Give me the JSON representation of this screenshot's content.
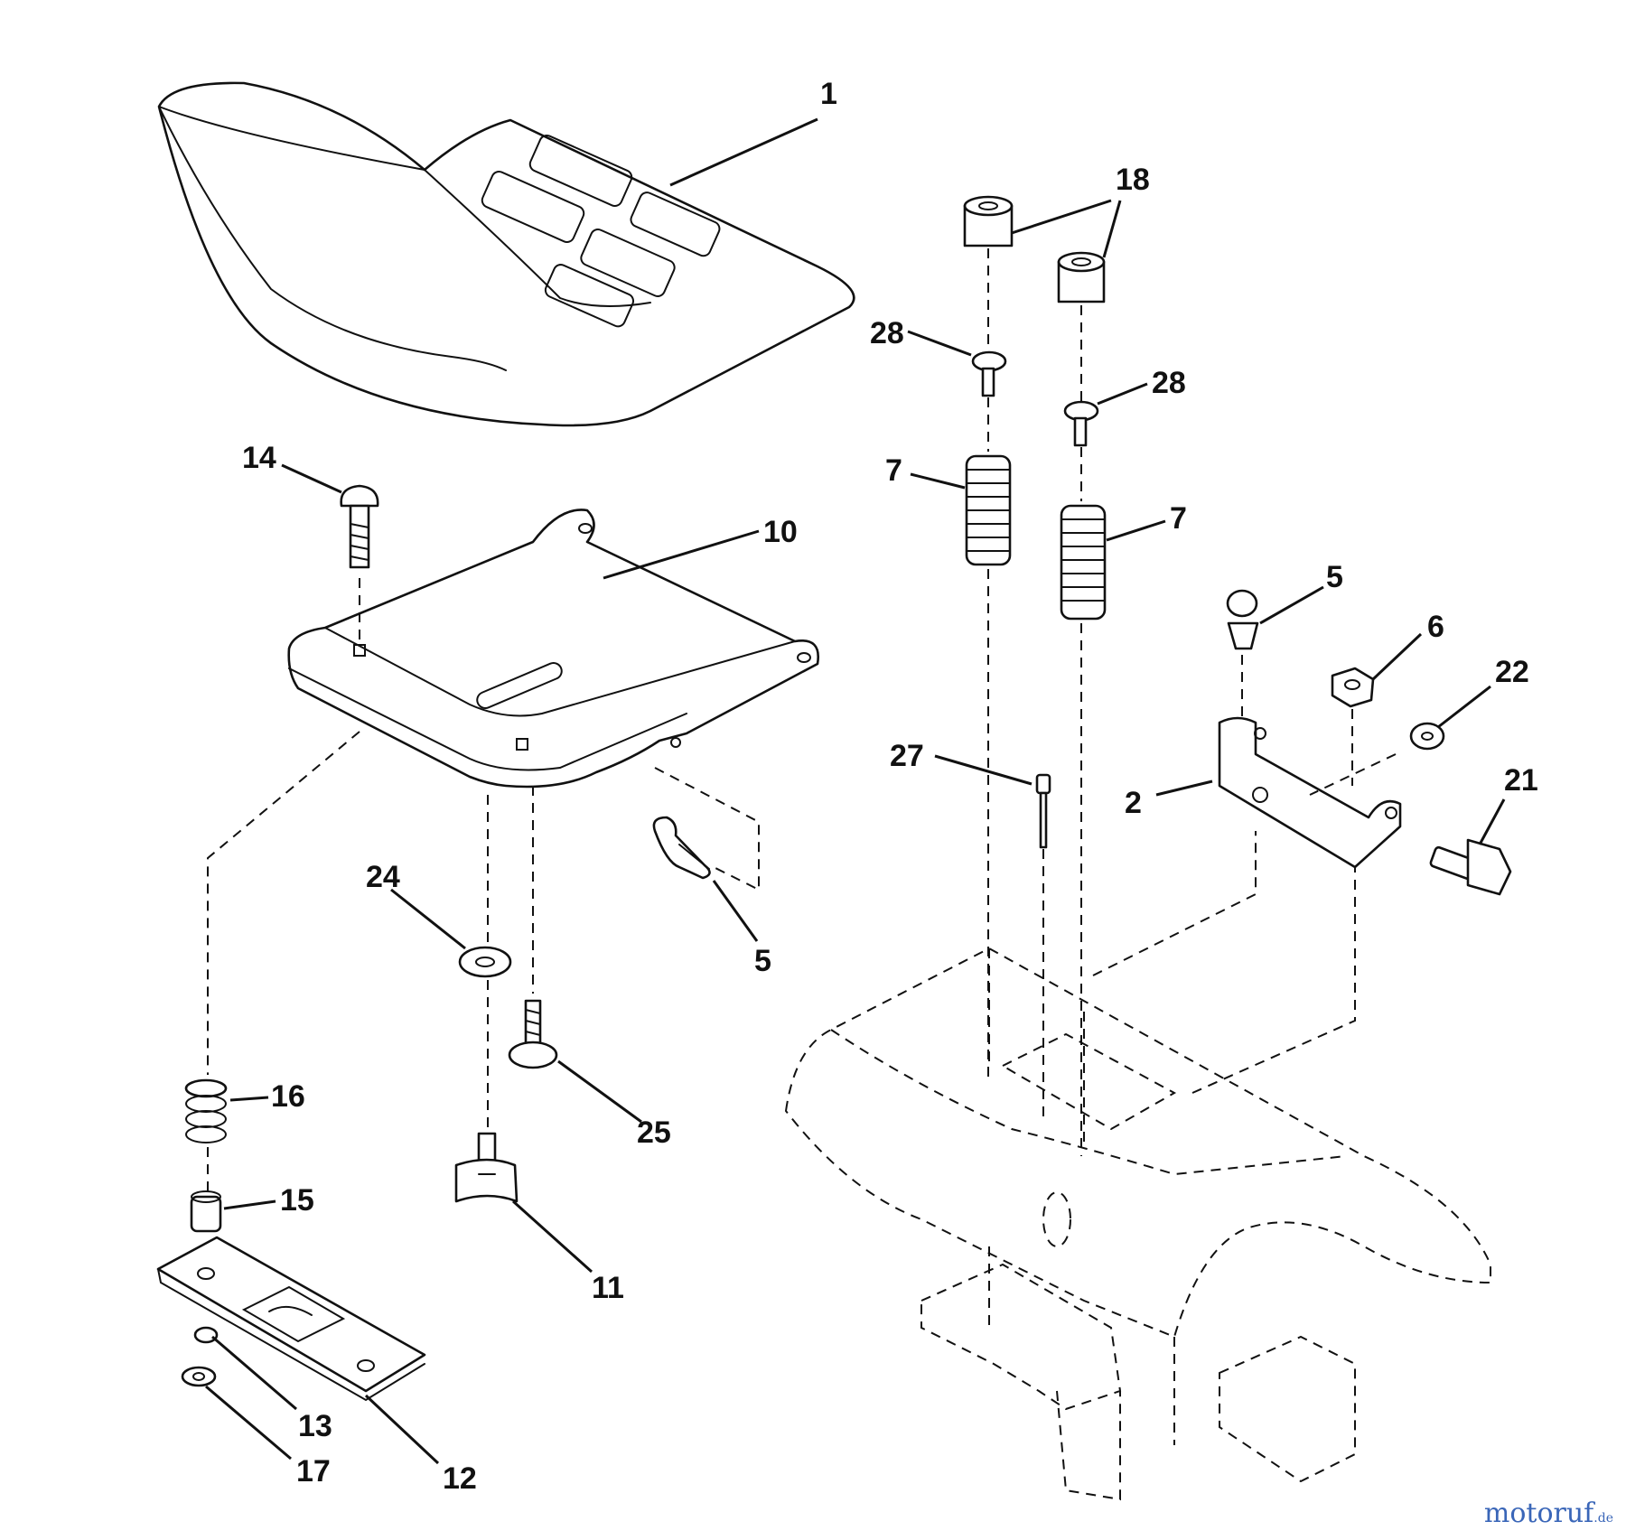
{
  "callouts": {
    "c1": "1",
    "c2": "2",
    "c5a": "5",
    "c5b": "5",
    "c6": "6",
    "c7a": "7",
    "c7b": "7",
    "c10": "10",
    "c11": "11",
    "c12": "12",
    "c13": "13",
    "c14": "14",
    "c15": "15",
    "c16": "16",
    "c17": "17",
    "c18": "18",
    "c21": "21",
    "c22": "22",
    "c24": "24",
    "c25": "25",
    "c27": "27",
    "c28a": "28",
    "c28b": "28"
  },
  "watermark": {
    "name": "motoruf",
    "suffix": ".de"
  },
  "colors": {
    "line": "#111111",
    "background": "#ffffff",
    "brand_blue": "#3a66b8",
    "brand_orange": "#e0761c"
  }
}
